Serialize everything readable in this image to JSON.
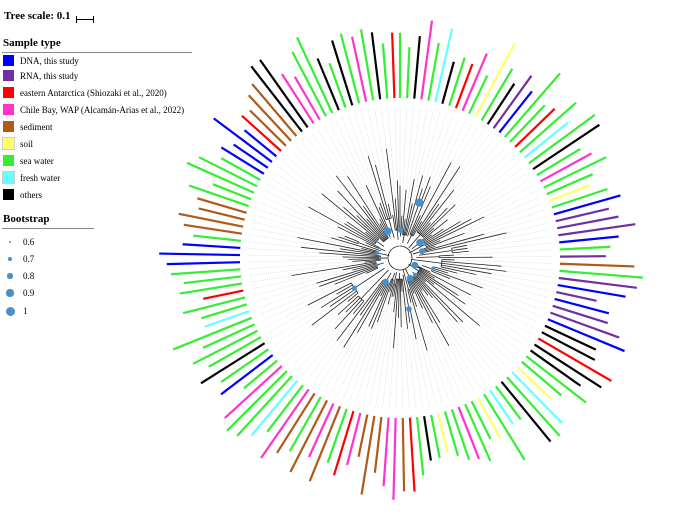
{
  "scale": {
    "label": "Tree scale: 0.1"
  },
  "sample_type": {
    "title": "Sample type",
    "items": [
      {
        "label": "DNA, this study",
        "color": "#0000ff"
      },
      {
        "label": "RNA, this study",
        "color": "#7030a0"
      },
      {
        "label": "eastern Antarctica (Shiozaki et al., 2020)",
        "color": "#ff0000"
      },
      {
        "label": "Chile Bay, WAP (Alcamán-Arias et al., 2022)",
        "color": "#ff33cc"
      },
      {
        "label": "sediment",
        "color": "#b05a1a"
      },
      {
        "label": "soil",
        "color": "#ffff66"
      },
      {
        "label": "sea water",
        "color": "#33ee33"
      },
      {
        "label": "fresh water",
        "color": "#66ffff"
      },
      {
        "label": "others",
        "color": "#000000"
      }
    ]
  },
  "bootstrap": {
    "title": "Bootstrap",
    "items": [
      {
        "label": "0.6",
        "value": 0.6
      },
      {
        "label": "0.7",
        "value": 0.7
      },
      {
        "label": "0.8",
        "value": 0.8
      },
      {
        "label": "0.9",
        "value": 0.9
      },
      {
        "label": "1",
        "value": 1
      }
    ]
  },
  "tree": {
    "leaf_color_sequence": [
      "#33ee33",
      "#33ee33",
      "#000000",
      "#ff33cc",
      "#33ee33",
      "#66ffff",
      "#000000",
      "#33ee33",
      "#ff0000",
      "#ff33cc",
      "#33ee33",
      "#ffff66",
      "#33ee33",
      "#000000",
      "#7030a0",
      "#0000ff",
      "#33ee33",
      "#33ee33",
      "#ff0000",
      "#33ee33",
      "#66ffff",
      "#33ee33",
      "#000000",
      "#33ee33",
      "#ff33cc",
      "#33ee33",
      "#33ee33",
      "#ffff66",
      "#33ee33",
      "#0000ff",
      "#7030a0",
      "#7030a0",
      "#7030a0",
      "#0000ff",
      "#33ee33",
      "#7030a0",
      "#b05a1a",
      "#33ee33",
      "#7030a0",
      "#0000ff",
      "#7030a0",
      "#0000ff",
      "#7030a0",
      "#7030a0",
      "#0000ff",
      "#000000",
      "#000000",
      "#ff0000",
      "#000000",
      "#000000",
      "#33ee33",
      "#33ee33",
      "#ffff66",
      "#66ffff",
      "#33ee33",
      "#000000",
      "#33ee33",
      "#66ffff",
      "#33ee33",
      "#ffff66",
      "#33ee33",
      "#33ee33",
      "#ff33cc",
      "#33ee33",
      "#33ee33",
      "#ffff66",
      "#33ee33",
      "#000000",
      "#33ee33",
      "#ff0000",
      "#b05a1a",
      "#ff33cc",
      "#ff33cc",
      "#b05a1a",
      "#b05a1a",
      "#b05a1a",
      "#ff33cc",
      "#ff0000",
      "#33ee33",
      "#b05a1a",
      "#ff33cc",
      "#b05a1a",
      "#33ee33",
      "#b05a1a",
      "#ff33cc",
      "#33ee33",
      "#66ffff",
      "#33ee33",
      "#33ee33",
      "#ff33cc",
      "#33ee33",
      "#0000ff",
      "#33ee33",
      "#000000",
      "#33ee33",
      "#33ee33",
      "#33ee33",
      "#33ee33",
      "#66ffff",
      "#33ee33",
      "#33ee33",
      "#ff0000",
      "#33ee33",
      "#33ee33",
      "#33ee33",
      "#0000ff",
      "#0000ff",
      "#0000ff",
      "#33ee33",
      "#b05a1a",
      "#b05a1a",
      "#b05a1a",
      "#b05a1a",
      "#33ee33",
      "#33ee33",
      "#33ee33",
      "#33ee33",
      "#33ee33",
      "#0000ff",
      "#0000ff",
      "#0000ff",
      "#0000ff",
      "#ff0000",
      "#b05a1a",
      "#b05a1a",
      "#b05a1a",
      "#000000",
      "#000000",
      "#ff33cc",
      "#ff33cc",
      "#33ee33",
      "#33ee33",
      "#000000",
      "#33ee33",
      "#000000",
      "#33ee33",
      "#ff33cc",
      "#33ee33",
      "#000000",
      "#33ee33",
      "#ff0000"
    ]
  }
}
